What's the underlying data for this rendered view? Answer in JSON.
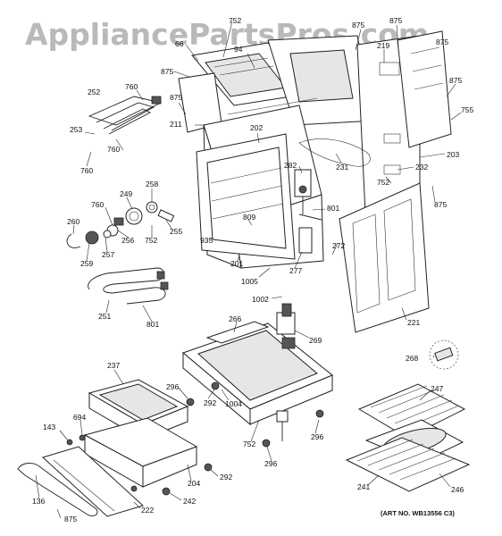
{
  "watermark": "AppliancePartsPros.com",
  "art_number": "(ART NO. WB13556 C3)",
  "part_labels": [
    {
      "id": "p752a",
      "text": "752"
    },
    {
      "id": "p66",
      "text": "66"
    },
    {
      "id": "p94",
      "text": "94"
    },
    {
      "id": "p875a",
      "text": "875"
    },
    {
      "id": "p875b",
      "text": "875"
    },
    {
      "id": "p875c",
      "text": "875"
    },
    {
      "id": "p875d",
      "text": "875"
    },
    {
      "id": "p219",
      "text": "219"
    },
    {
      "id": "p760a",
      "text": "760"
    },
    {
      "id": "p252",
      "text": "252"
    },
    {
      "id": "p875e",
      "text": "875"
    },
    {
      "id": "p211",
      "text": "211"
    },
    {
      "id": "p875f",
      "text": "875"
    },
    {
      "id": "p755",
      "text": "755"
    },
    {
      "id": "p253",
      "text": "253"
    },
    {
      "id": "p760b",
      "text": "760"
    },
    {
      "id": "p760c",
      "text": "760"
    },
    {
      "id": "p202",
      "text": "202"
    },
    {
      "id": "p231",
      "text": "231"
    },
    {
      "id": "p203",
      "text": "203"
    },
    {
      "id": "p232",
      "text": "232"
    },
    {
      "id": "p282",
      "text": "282"
    },
    {
      "id": "p752b",
      "text": "752"
    },
    {
      "id": "p875g",
      "text": "875"
    },
    {
      "id": "p258",
      "text": "258"
    },
    {
      "id": "p249",
      "text": "249"
    },
    {
      "id": "p760d",
      "text": "760"
    },
    {
      "id": "p801a",
      "text": "801"
    },
    {
      "id": "p809",
      "text": "809"
    },
    {
      "id": "p260",
      "text": "260"
    },
    {
      "id": "p255",
      "text": "255"
    },
    {
      "id": "p752c",
      "text": "752"
    },
    {
      "id": "p256",
      "text": "256"
    },
    {
      "id": "p257",
      "text": "257"
    },
    {
      "id": "p259",
      "text": "259"
    },
    {
      "id": "p935",
      "text": "935"
    },
    {
      "id": "p272",
      "text": "272"
    },
    {
      "id": "p201",
      "text": "201"
    },
    {
      "id": "p277",
      "text": "277"
    },
    {
      "id": "p1005",
      "text": "1005"
    },
    {
      "id": "p1002",
      "text": "1002"
    },
    {
      "id": "p251",
      "text": "251"
    },
    {
      "id": "p801b",
      "text": "801"
    },
    {
      "id": "p221",
      "text": "221"
    },
    {
      "id": "p266",
      "text": "266"
    },
    {
      "id": "p269",
      "text": "269"
    },
    {
      "id": "p268",
      "text": "268"
    },
    {
      "id": "p237",
      "text": "237"
    },
    {
      "id": "p296a",
      "text": "296"
    },
    {
      "id": "p292a",
      "text": "292"
    },
    {
      "id": "p1004",
      "text": "1004"
    },
    {
      "id": "p247",
      "text": "247"
    },
    {
      "id": "p143",
      "text": "143"
    },
    {
      "id": "p694",
      "text": "694"
    },
    {
      "id": "p752d",
      "text": "752"
    },
    {
      "id": "p296b",
      "text": "296"
    },
    {
      "id": "p296c",
      "text": "296"
    },
    {
      "id": "p292b",
      "text": "292"
    },
    {
      "id": "p204",
      "text": "204"
    },
    {
      "id": "p136",
      "text": "136"
    },
    {
      "id": "p242",
      "text": "242"
    },
    {
      "id": "p241",
      "text": "241"
    },
    {
      "id": "p246",
      "text": "246"
    },
    {
      "id": "p222",
      "text": "222"
    },
    {
      "id": "p875h",
      "text": "875"
    }
  ]
}
